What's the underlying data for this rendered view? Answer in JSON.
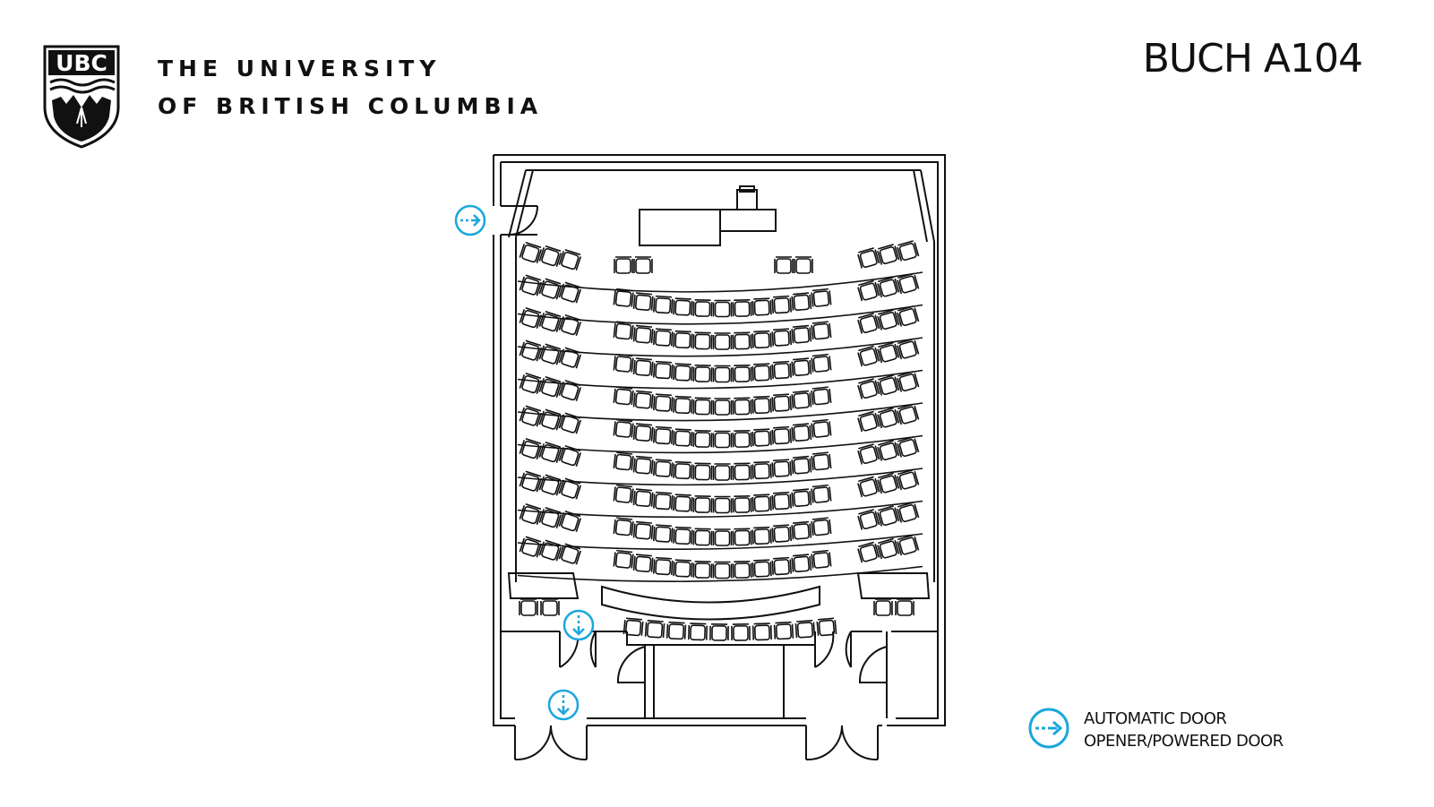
{
  "header": {
    "logo_text": "UBC",
    "university_line1": "THE UNIVERSITY",
    "university_line2": "OF BRITISH COLUMBIA",
    "room_code": "BUCH A104"
  },
  "legend": {
    "icon": "automatic-door-arrow-icon",
    "line1": "AUTOMATIC DOOR",
    "line2": "OPENER/POWERED DOOR"
  },
  "colors": {
    "line": "#111111",
    "door_icon": "#1aa7dc"
  },
  "floor_plan": {
    "seating_rows": 10,
    "automatic_door_markers": [
      "right-arrow",
      "down-arrow",
      "down-arrow"
    ]
  }
}
